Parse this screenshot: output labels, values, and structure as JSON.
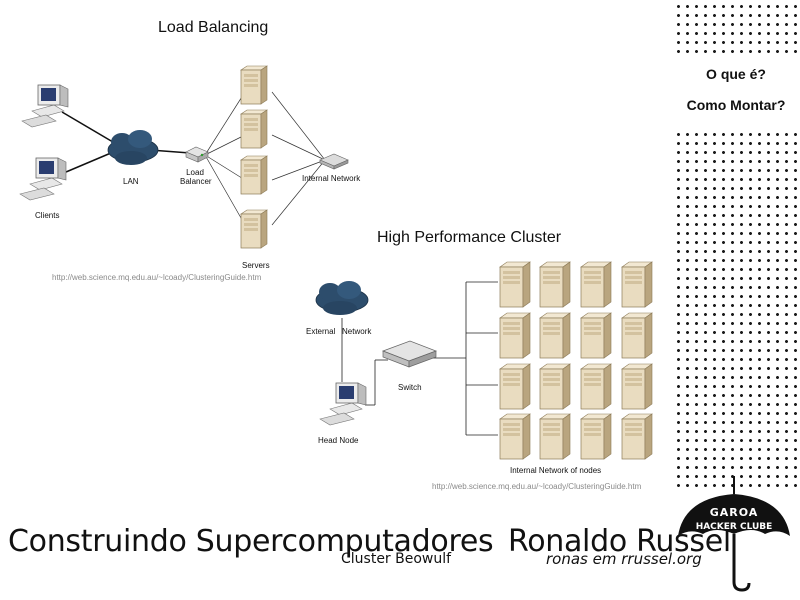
{
  "sidebar": {
    "question1": "O que é?",
    "question2": "Como Montar?"
  },
  "load_balancing": {
    "title": "Load Balancing",
    "label_lan": "LAN",
    "label_balancer": "Load\nBalancer",
    "label_internal": "Internal Network",
    "label_clients": "Clients",
    "label_servers": "Servers",
    "source_url": "http://web.science.mq.edu.au/~lcoady/ClusteringGuide.htm"
  },
  "hpc": {
    "title": "High Performance Cluster",
    "label_external": "External   Network",
    "label_switch": "Switch",
    "label_head": "Head Node",
    "label_nodes": "Internal Network of nodes",
    "source_url": "http://web.science.mq.edu.au/~lcoady/ClusteringGuide.htm"
  },
  "footer": {
    "title": "Construindo Supercomputadores",
    "subtitle": "Cluster Beowulf",
    "author": "Ronaldo Russel",
    "author_contact": "ronas em rrussel.org"
  },
  "logo": {
    "line1": "GAROA",
    "line2": "HACKER CLUBE"
  },
  "colors": {
    "server_body": "#e9dcc0",
    "server_shade": "#b9a57f",
    "cloud": "#2d4d6c",
    "dots": "#1a1a1a"
  }
}
